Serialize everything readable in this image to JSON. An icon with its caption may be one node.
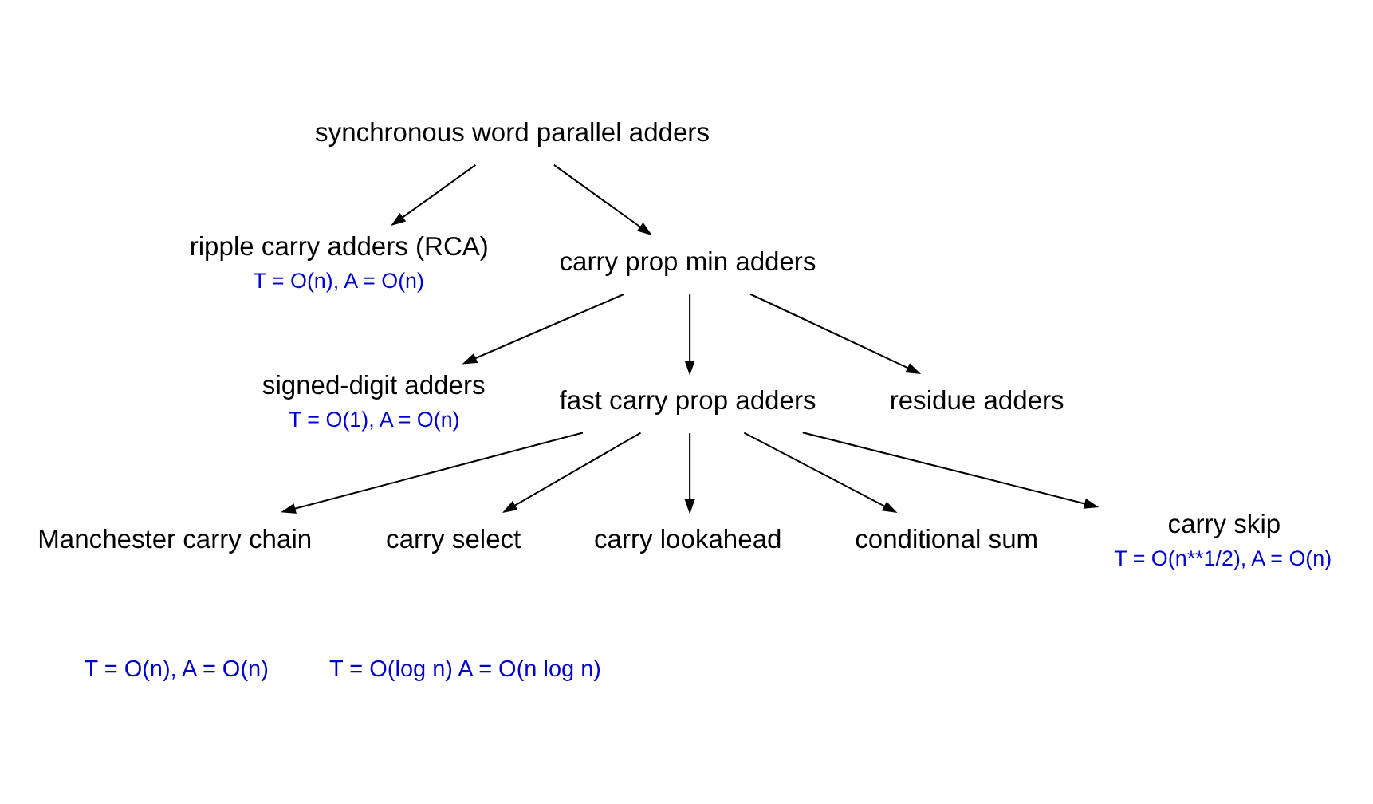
{
  "diagram": {
    "nodes": [
      {
        "text": [
          "synchronous word parallel adders"
        ]
      },
      {
        "text": [
          "ripple carry adders (RCA)"
        ],
        "beside": [
          "T = O(n), A = O(n)"
        ]
      },
      {
        "text": [
          "carry prop min adders"
        ]
      },
      {
        "text": [
          "signed-digit adders"
        ],
        "beside": [
          "T = O(1), A = O(n)"
        ]
      },
      {
        "text": [
          "fast carry prop adders"
        ]
      },
      {
        "text": [
          "residue adders"
        ]
      },
      {
        "text": [
          "Manchester carry chain"
        ]
      },
      {
        "text": [
          "carry select"
        ]
      },
      {
        "text": [
          "carry lookahead"
        ]
      },
      {
        "text": [
          "conditional sum"
        ]
      },
      {
        "text": [
          "carry skip"
        ],
        "beside": [
          "T = O(n**1/2), A = O(n)"
        ]
      }
    ],
    "edges": [
      {
        "from": 0,
        "to": 1,
        "arrow": "to"
      },
      {
        "from": 0,
        "to": 2,
        "arrow": "to"
      },
      {
        "from": 2,
        "to": 3,
        "arrow": "to"
      },
      {
        "from": 2,
        "to": 4,
        "arrow": "to"
      },
      {
        "from": 2,
        "to": 5,
        "arrow": "to"
      },
      {
        "from": 4,
        "to": 6,
        "arrow": "to"
      },
      {
        "from": 4,
        "to": 7,
        "arrow": "to"
      },
      {
        "from": 4,
        "to": 8,
        "arrow": "to"
      },
      {
        "from": 4,
        "to": 9,
        "arrow": "to"
      },
      {
        "from": 4,
        "to": 10,
        "arrow": "to"
      }
    ],
    "labels": [
      "T = O(n), A = O(n)",
      "T = O(log n) A = O(n log n)"
    ]
  }
}
